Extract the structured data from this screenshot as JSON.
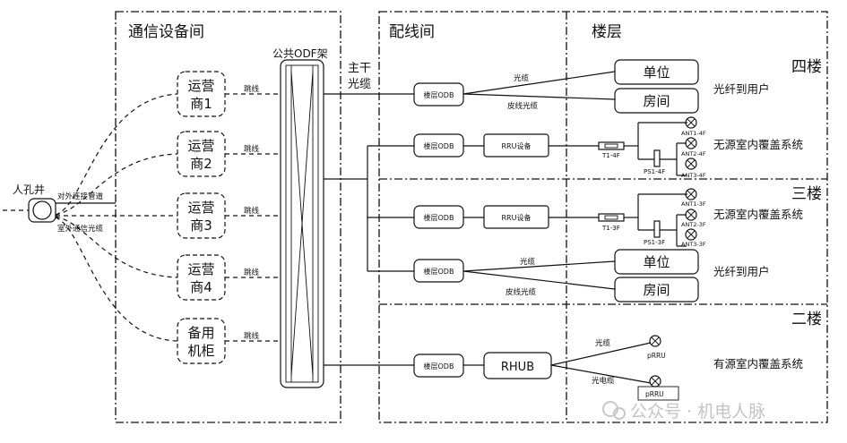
{
  "sections": {
    "telecom_room": "通信设备间",
    "distribution_room": "配线间",
    "floors": "楼层"
  },
  "manhole": {
    "label": "人孔井",
    "pipe_label": "对外连接管道",
    "cable_label": "室外通信光缆"
  },
  "operators": [
    "运营\n商1",
    "运营\n商2",
    "运营\n商3",
    "运营\n商4",
    "备用\n机柜"
  ],
  "jumper_label": "跳线",
  "odf": {
    "label": "公共ODF架"
  },
  "trunk_label": "主干\n光缆",
  "floor_labels": {
    "f4": "四楼",
    "f3": "三楼",
    "f2": "二楼"
  },
  "floor_odb": "楼层ODB",
  "rru_device": "RRU设备",
  "rhub": "RHUB",
  "cable_labels": {
    "fiber": "光缆",
    "drop": "皮线光缆",
    "opto_electric": "光电缆"
  },
  "user_boxes": {
    "unit": "单位",
    "room": "房间"
  },
  "fiber_to_user": "光纤到用户",
  "passive_system": "无源室内覆盖系统",
  "active_system": "有源室内覆盖系统",
  "f4_parts": {
    "t": "T1-4F",
    "ps": "PS1-4F",
    "ant1": "ANT1-4F",
    "ant2": "ANT2-4F",
    "ant3": "ANT3-4F"
  },
  "f3_parts": {
    "t": "T1-3F",
    "ps": "PS1-3F",
    "ant1": "ANT1-3F",
    "ant2": "ANT2-3F",
    "ant3": "ANT3-3F"
  },
  "prru": [
    "pRRU",
    "pRRU"
  ],
  "watermark": "公众号 · 机电人脉"
}
